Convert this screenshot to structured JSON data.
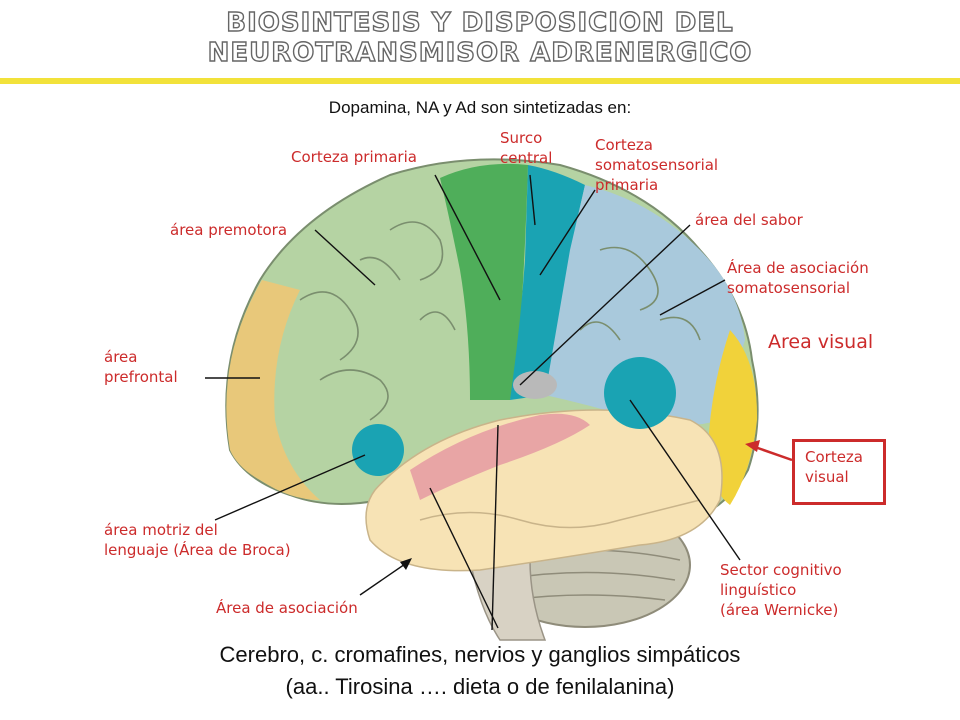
{
  "title": {
    "line1": "BIOSINTESIS Y DISPOSICION DEL",
    "line2": "NEUROTRANSMISOR ADRENERGICO"
  },
  "subtitle": "Dopamina, NA y Ad son sintetizadas en:",
  "labels": {
    "corteza_primaria": "Corteza primaria",
    "surco_central_1": "Surco",
    "surco_central_2": "central",
    "corteza_somato_1": "Corteza",
    "corteza_somato_2": "somatosensorial",
    "corteza_somato_3": "primaria",
    "area_premotora": "área premotora",
    "area_sabor": "área del sabor",
    "asoc_somato_1": "Área de asociación",
    "asoc_somato_2": "somatosensorial",
    "area_visual": "Area visual",
    "prefrontal_1": "área",
    "prefrontal_2": "prefrontal",
    "corteza_visual_1": "Corteza",
    "corteza_visual_2": "visual",
    "broca_1": "área motriz del",
    "broca_2": "lenguaje (Área de Broca)",
    "wernicke_1": "Sector cognitivo",
    "wernicke_2": "linguístico",
    "wernicke_3": "(área Wernicke)",
    "area_asociacion": "Área de asociación"
  },
  "caption": {
    "line1": "Cerebro, c. cromafines, nervios y ganglios simpáticos",
    "line2": "(aa.. Tirosina …. dieta o de fenilalanina)"
  },
  "colors": {
    "title_fill": "#ffffff",
    "rule": "#f2e23a",
    "label_red": "#cc2b2b",
    "frontal_green": "#b5d3a3",
    "motor_green": "#4fae5a",
    "somato_teal": "#1aa3b3",
    "parietal_blue": "#a9c9dc",
    "prefrontal_tan": "#e8c87a",
    "temporal_cream": "#f7e3b5",
    "pink_region": "#e8a5a5",
    "visual_yellow": "#f1d23a",
    "cerebellum": "#c9c7b5"
  }
}
